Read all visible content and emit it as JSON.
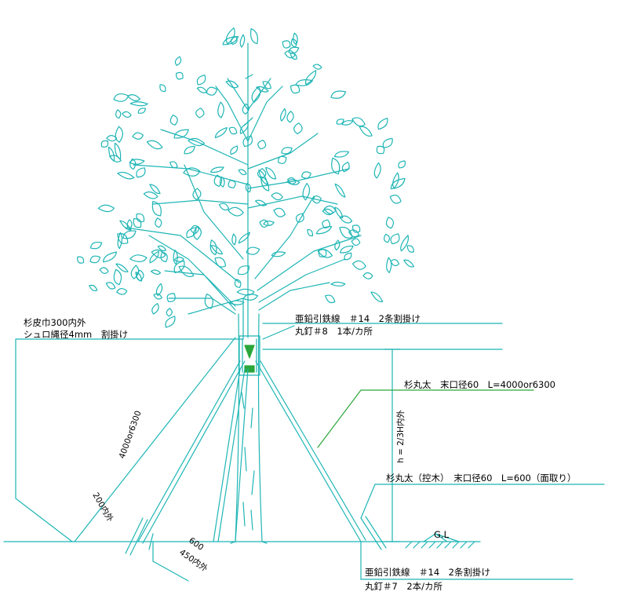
{
  "labels": {
    "bark_wrap_1": "杉皮巾300内外",
    "bark_wrap_2": "シュロ縄径4mm　割掛け",
    "top_wire": "亜鉛引鉄線　＃14　2条割掛け",
    "top_nail": "丸釘＃8　1本/カ所",
    "main_pole": "杉丸太　末口径60　L=4000or6300",
    "stake": "杉丸太（控木）　末口径60　L=600（面取り）",
    "bottom_wire": "亜鉛引鉄線　＃14　2条割掛け",
    "bottom_nail": "丸釘＃7　2本/カ所",
    "ground": "G.L",
    "height_dim": "h = 2/3H内外",
    "pole_length_dim": "4000or6300",
    "stake_depth_dim": "200内外",
    "stake_len_dim": "600",
    "stake_inner_dim": "450内外"
  },
  "colors": {
    "drawing": "#1fb5b5",
    "leader": "#2aa63a",
    "text": "#000000"
  }
}
